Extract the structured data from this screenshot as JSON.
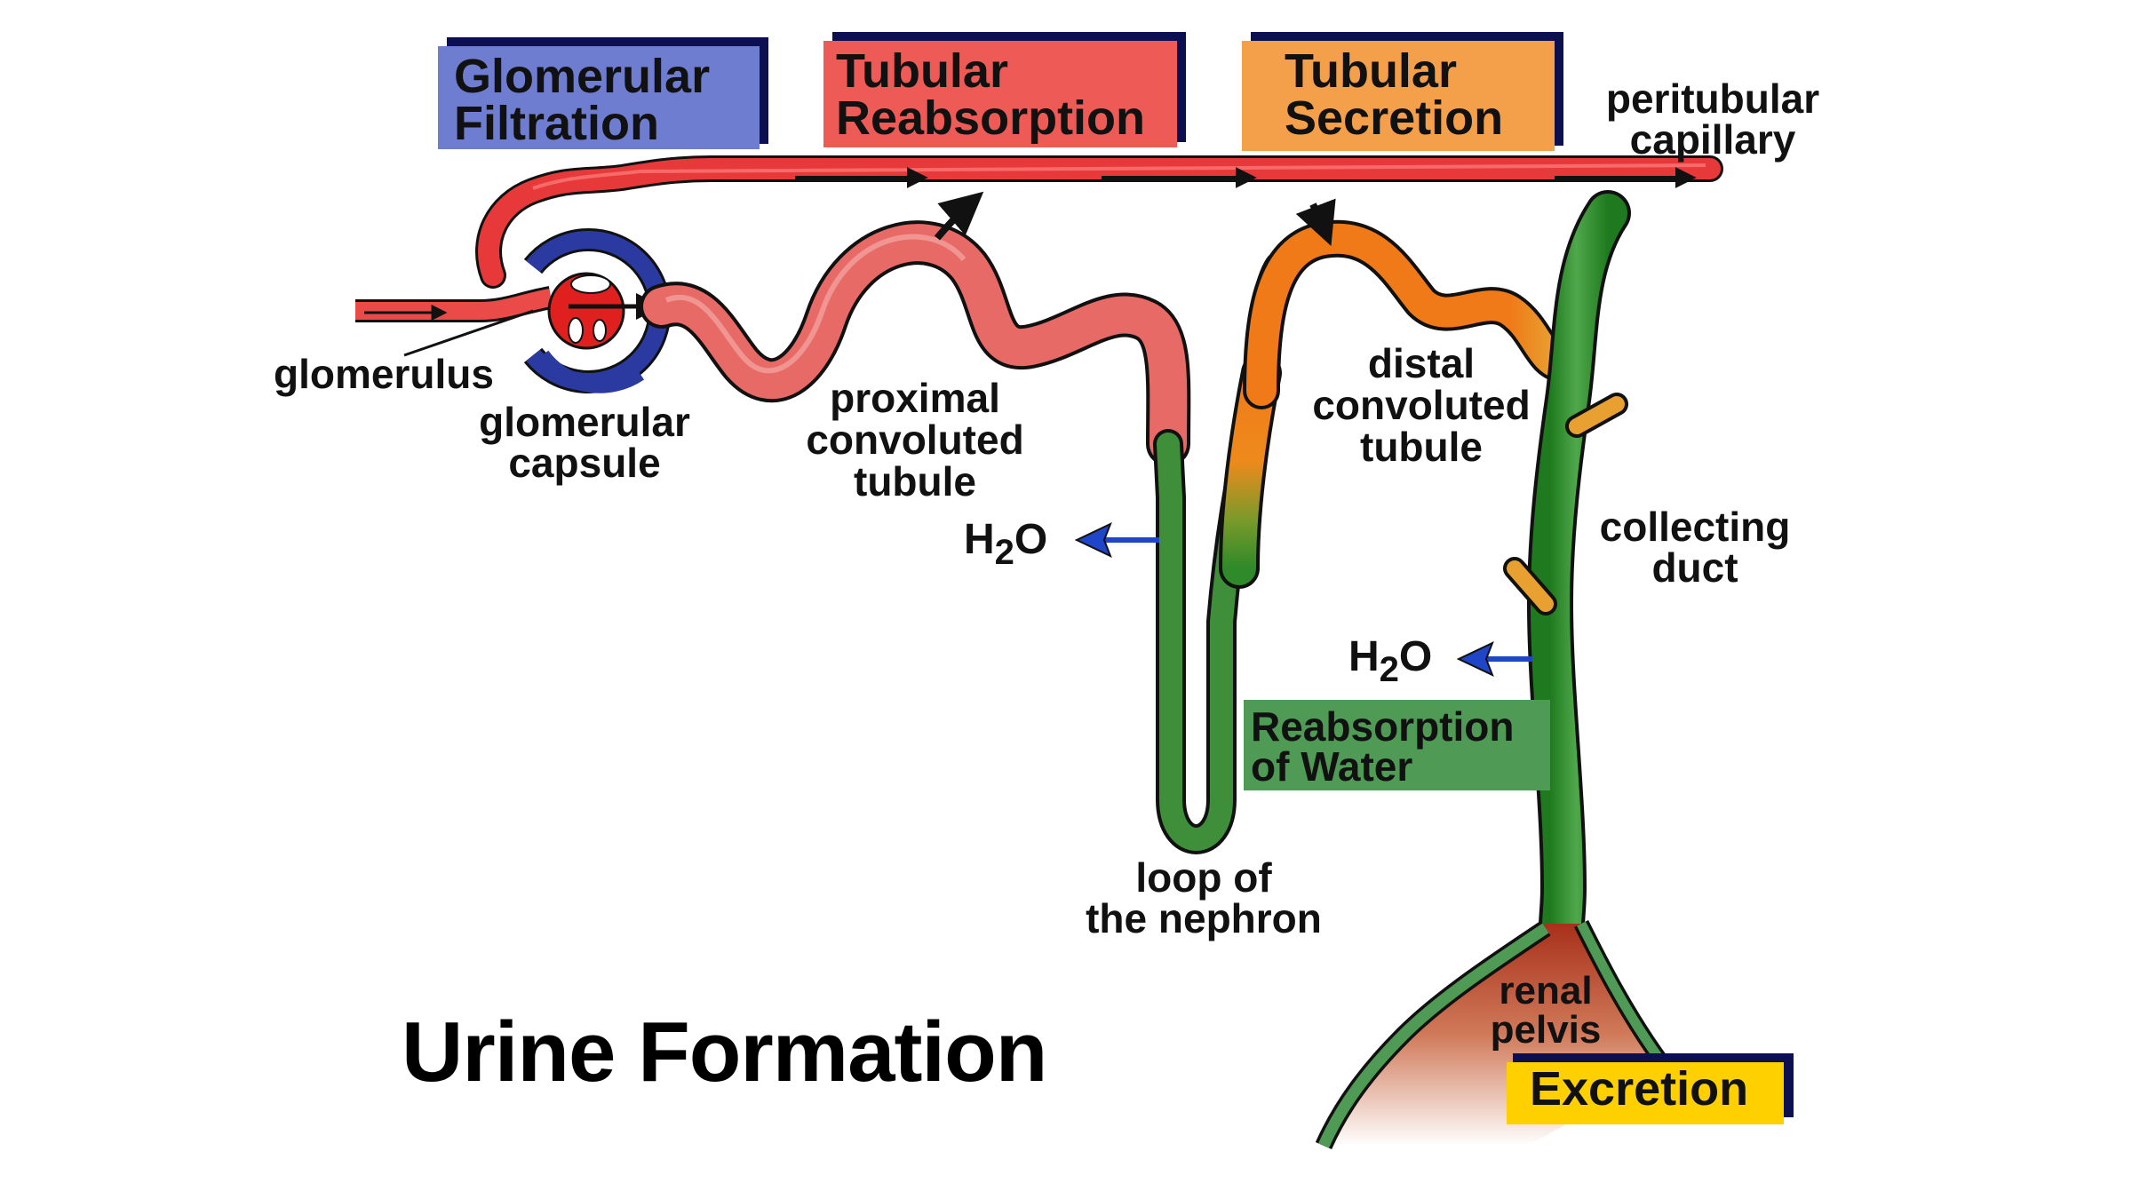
{
  "title": "Urine Formation",
  "process_boxes": {
    "glomerular_filtration": {
      "line1": "Glomerular",
      "line2": "Filtration",
      "color": "#6f7dd0"
    },
    "tubular_reabsorption": {
      "line1": "Tubular",
      "line2": "Reabsorption",
      "color": "#ee5a55"
    },
    "tubular_secretion": {
      "line1": "Tubular",
      "line2": "Secretion",
      "color": "#f4a04a"
    },
    "reabsorption_of_water": {
      "line1": "Reabsorption",
      "line2": "of Water",
      "color": "#4f9a55"
    },
    "excretion": {
      "label": "Excretion",
      "color": "#ffd000"
    }
  },
  "structure_labels": {
    "peritubular_capillary": {
      "line1": "peritubular",
      "line2": "capillary"
    },
    "glomerulus": "glomerulus",
    "glomerular_capsule": {
      "line1": "glomerular",
      "line2": "capsule"
    },
    "proximal_convoluted_tubule": {
      "line1": "proximal",
      "line2": "convoluted",
      "line3": "tubule"
    },
    "distal_convoluted_tubule": {
      "line1": "distal",
      "line2": "convoluted",
      "line3": "tubule"
    },
    "collecting_duct": {
      "line1": "collecting",
      "line2": "duct"
    },
    "loop_of_the_nephron": {
      "line1": "loop of",
      "line2": "the nephron"
    },
    "renal_pelvis": {
      "line1": "renal",
      "line2": "pelvis"
    }
  },
  "water_labels": [
    {
      "base": "H",
      "sub": "2",
      "tail": "O"
    },
    {
      "base": "H",
      "sub": "2",
      "tail": "O"
    }
  ],
  "colors": {
    "capillary_red": "#e8393a",
    "capsule_blue": "#2a3aa0",
    "proximal_pink": "#e86a66",
    "distal_orange": "#f07a18",
    "loop_green": "#3f8f3a",
    "duct_green": "#2e8a2a",
    "pelvis_brown": "#b8401c",
    "water_arrow_blue": "#1f45c8"
  }
}
